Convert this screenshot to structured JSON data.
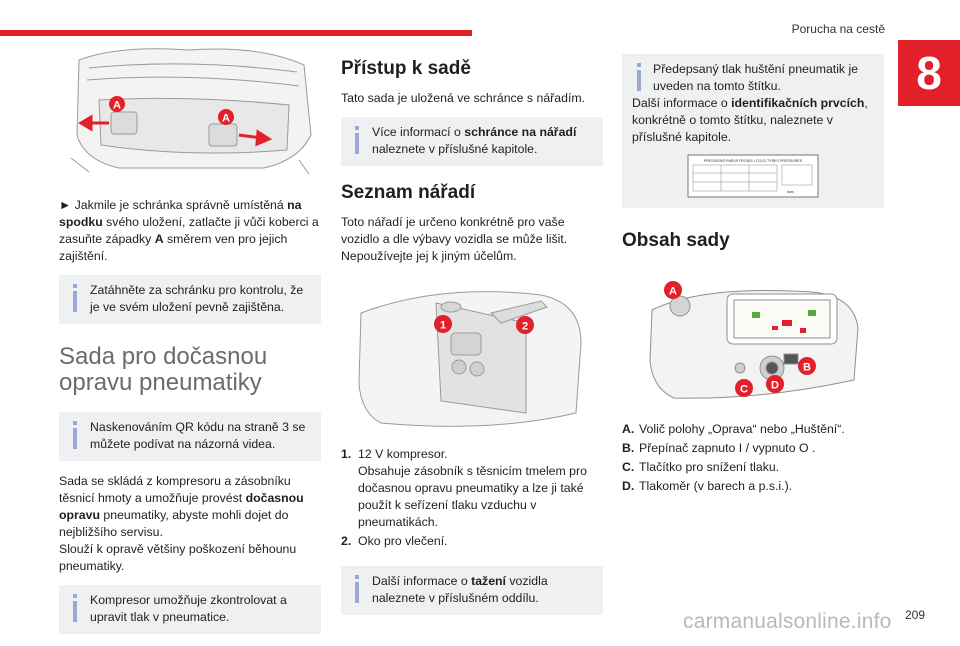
{
  "header": {
    "running_title": "Porucha na cestě",
    "chapter_number": "8",
    "page_number": "209"
  },
  "col1": {
    "fig_callout_a": "A",
    "bullet_marker": "►",
    "para1": [
      {
        "t": " Jakmile je schránka správně umístěná "
      },
      {
        "b": "na spodku"
      },
      {
        "t": " svého uložení, zatlačte ji vůči koberci a zasuňte západky "
      },
      {
        "b": "A"
      },
      {
        "t": " směrem ven pro jejich zajištění."
      }
    ],
    "info1": "Zatáhněte za schránku pro kontrolu, že je ve svém uložení pevně zajištěna.",
    "section_title_line1": "Sada pro dočasnou",
    "section_title_line2": "opravu pneumatiky",
    "info2": "Naskenováním QR kódu na straně 3 se můžete podívat na názorná videa.",
    "para2": [
      {
        "t": "Sada se skládá z kompresoru a zásobníku těsnicí hmoty a umožňuje provést "
      },
      {
        "b": "dočasnou opravu"
      },
      {
        "t": " pneumatiky, abyste mohli dojet do nejbližšího servisu."
      }
    ],
    "para3": "Slouží k opravě většiny poškození běhounu pneumatiky.",
    "info3": "Kompresor umožňuje zkontrolovat a upravit tlak v pneumatice."
  },
  "col2": {
    "title1": "Přístup k sadě",
    "para1": "Tato sada je uložená ve schránce s nářadím.",
    "info1": [
      {
        "t": "Více informací o "
      },
      {
        "b": "schránce na nářadí"
      },
      {
        "t": " naleznete v příslušné kapitole."
      }
    ],
    "title2": "Seznam nářadí",
    "para2": "Toto nářadí je určeno konkrétně pro vaše vozidlo a dle výbavy vozidla se může lišit. Nepoužívejte jej k jiným účelům.",
    "fig_callouts": [
      "1",
      "2"
    ],
    "items": [
      {
        "num": "1.",
        "lines": [
          "12 V kompresor.",
          "Obsahuje zásobník s těsnicím tmelem pro dočasnou opravu pneumatiky a lze ji také použít k seřízení tlaku vzduchu v pneumatikách."
        ]
      },
      {
        "num": "2.",
        "lines": [
          "Oko pro vlečení."
        ]
      }
    ],
    "info2": [
      {
        "t": "Další informace o "
      },
      {
        "b": "tažení"
      },
      {
        "t": " vozidla naleznete v příslušném oddílu."
      }
    ]
  },
  "col3": {
    "info1_text": "Předepsaný tlak huštění pneumatik je uveden na tomto štítku.",
    "info1_more": [
      {
        "t": "Další informace o "
      },
      {
        "b": "identifikačních prvcích"
      },
      {
        "t": ", konkrétně o tomto štítku, naleznete v příslušné kapitole."
      }
    ],
    "label_title": "PRESSIONS PNEUS FROIDS • COLD TYRES PRESSURES",
    "label_small": "bars",
    "title": "Obsah sady",
    "fig_callouts": [
      "A",
      "B",
      "C",
      "D"
    ],
    "items": [
      {
        "num": "A.",
        "text": "Volič polohy „Oprava“ nebo „Huštění“."
      },
      {
        "num": "B.",
        "text": "Přepínač zapnuto I / vypnuto O ."
      },
      {
        "num": "C.",
        "text": "Tlačítko pro snížení tlaku."
      },
      {
        "num": "D.",
        "text": "Tlakoměr (v barech a p.s.i.)."
      }
    ]
  },
  "watermark": "carmanualsonline.info",
  "colors": {
    "accent": "#e2202a",
    "info_icon": "#9aa8d6",
    "callout": "#e2202a"
  }
}
